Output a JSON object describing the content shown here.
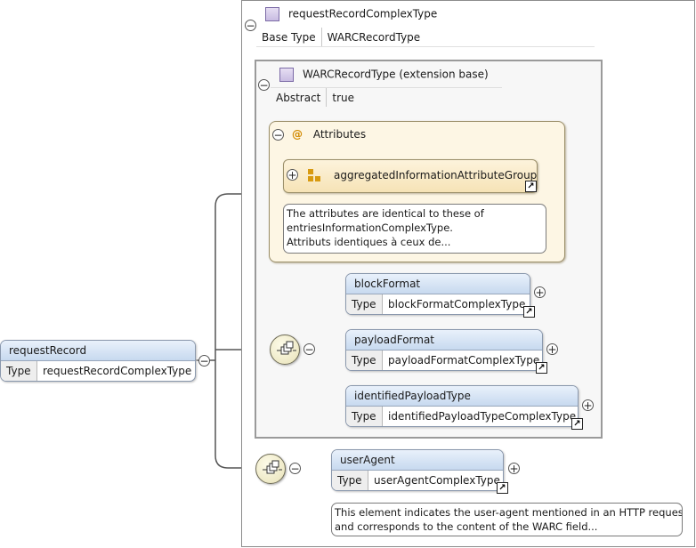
{
  "complex_type": {
    "name": "requestRecordComplexType",
    "base_type_label": "Base Type",
    "base_type_value": "WARCRecordType"
  },
  "extension": {
    "name": "WARCRecordType (extension base)",
    "abstract_label": "Abstract",
    "abstract_value": "true"
  },
  "attributes": {
    "title": "Attributes",
    "group_name": "aggregatedInformationAttributeGroup",
    "note": [
      "The attributes are identical to these of",
      "entriesInformationComplexType.",
      "Attributs identiques à ceux de..."
    ]
  },
  "root_element": {
    "name": "requestRecord",
    "type_label": "Type",
    "type_value": "requestRecordComplexType"
  },
  "sequence_children": [
    {
      "name": "blockFormat",
      "type_label": "Type",
      "type_value": "blockFormatComplexType"
    },
    {
      "name": "payloadFormat",
      "type_label": "Type",
      "type_value": "payloadFormatComplexType"
    },
    {
      "name": "identifiedPayloadType",
      "type_label": "Type",
      "type_value": "identifiedPayloadTypeComplexType"
    }
  ],
  "user_agent": {
    "name": "userAgent",
    "type_label": "Type",
    "type_value": "userAgentComplexType",
    "note": [
      "This element indicates the user-agent mentioned in an HTTP request",
      "and corresponds to the content of the WARC field..."
    ]
  },
  "icons": {
    "collapse": "minus-circle-icon",
    "expand": "plus-circle-icon",
    "link": "external-link-icon",
    "sequence": "sequence-compositor-icon",
    "attribute_group": "attribute-group-icon",
    "complex_type": "complex-type-icon",
    "at": "at-sign-icon"
  }
}
